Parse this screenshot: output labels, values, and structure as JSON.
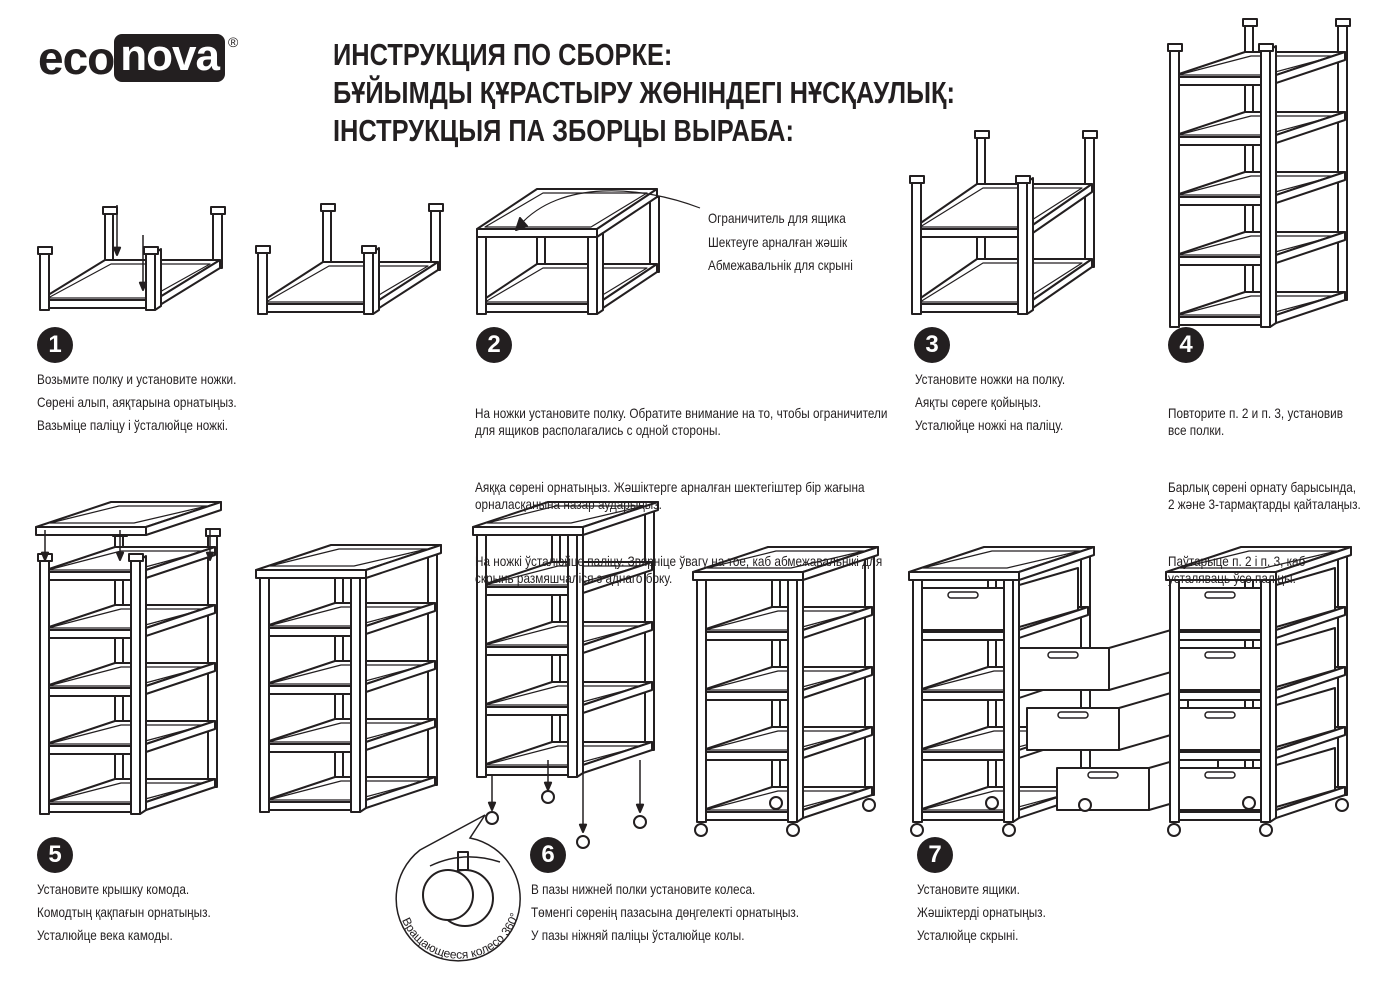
{
  "logo": {
    "eco": "eco",
    "nova": "nova",
    "registered": "®"
  },
  "title": {
    "lines": [
      "ИНСТРУКЦИЯ ПО СБОРКЕ:",
      "БҰЙЫМДЫ ҚҰРАСТЫРУ ЖӨНІНДЕГІ НҰСҚАУЛЫҚ:",
      "ІНСТРУКЦЫЯ ПА ЗБОРЦЫ ВЫРАБА:"
    ]
  },
  "callout": {
    "lines": [
      "Ограничитель для ящика",
      "Шектеуге арналған  жәшік",
      "Абмежавальнік для скрыні"
    ]
  },
  "wheel_callout": {
    "label": "Вращающееся колесо 360°"
  },
  "steps": [
    {
      "number": "1",
      "lines": [
        "Возьмите полку и установите  ножки.",
        "Сөрені алып, аяқтарына орнатыңыз.",
        "Вазьміце паліцу і ўсталюйце ножкі."
      ]
    },
    {
      "number": "2",
      "lines": [
        "На ножки установите полку. Обратите внимание на то, чтобы ограничители\nдля ящиков располагались с одной стороны.",
        "Аяққа сөрені орнатыңыз. Жәшіктерге арналған шектегіштер бір жағына\nорналасқанына назар аударыңыз.",
        "На ножкі ўсталюйце паліцу. Звярніце ўвагу на тое, каб абмежавальнікі для\nскрынь размяшчаліся з аднаго боку."
      ]
    },
    {
      "number": "3",
      "lines": [
        "Установите ножки на полку.",
        "Аяқты сөреге қойыңыз.",
        "Усталюйце ножкі на паліцу."
      ]
    },
    {
      "number": "4",
      "lines": [
        "Повторите п. 2 и п. 3, установив\nвсе полки.",
        "Барлық сөрені орнату барысында,\n2 және 3-тармақтарды қайталаңыз.",
        "Паўтарыце п. 2 і п. 3, каб\nусталяваць ўсе паліцы."
      ]
    },
    {
      "number": "5",
      "lines": [
        "Установите крышку комода.",
        "Комодтың қақпағын орнатыңыз.",
        "Усталюйце века камоды."
      ]
    },
    {
      "number": "6",
      "lines": [
        "В пазы нижней полки установите колеса.",
        "Төменгі сөренің пазасына дөңгелекті орнатыңыз.",
        "У пазы ніжняй паліцы ўсталюйце колы."
      ]
    },
    {
      "number": "7",
      "lines": [
        "Установите ящики.",
        "Жәшіктерді орнатыңыз.",
        "Усталюйце  скрыні."
      ]
    }
  ]
}
